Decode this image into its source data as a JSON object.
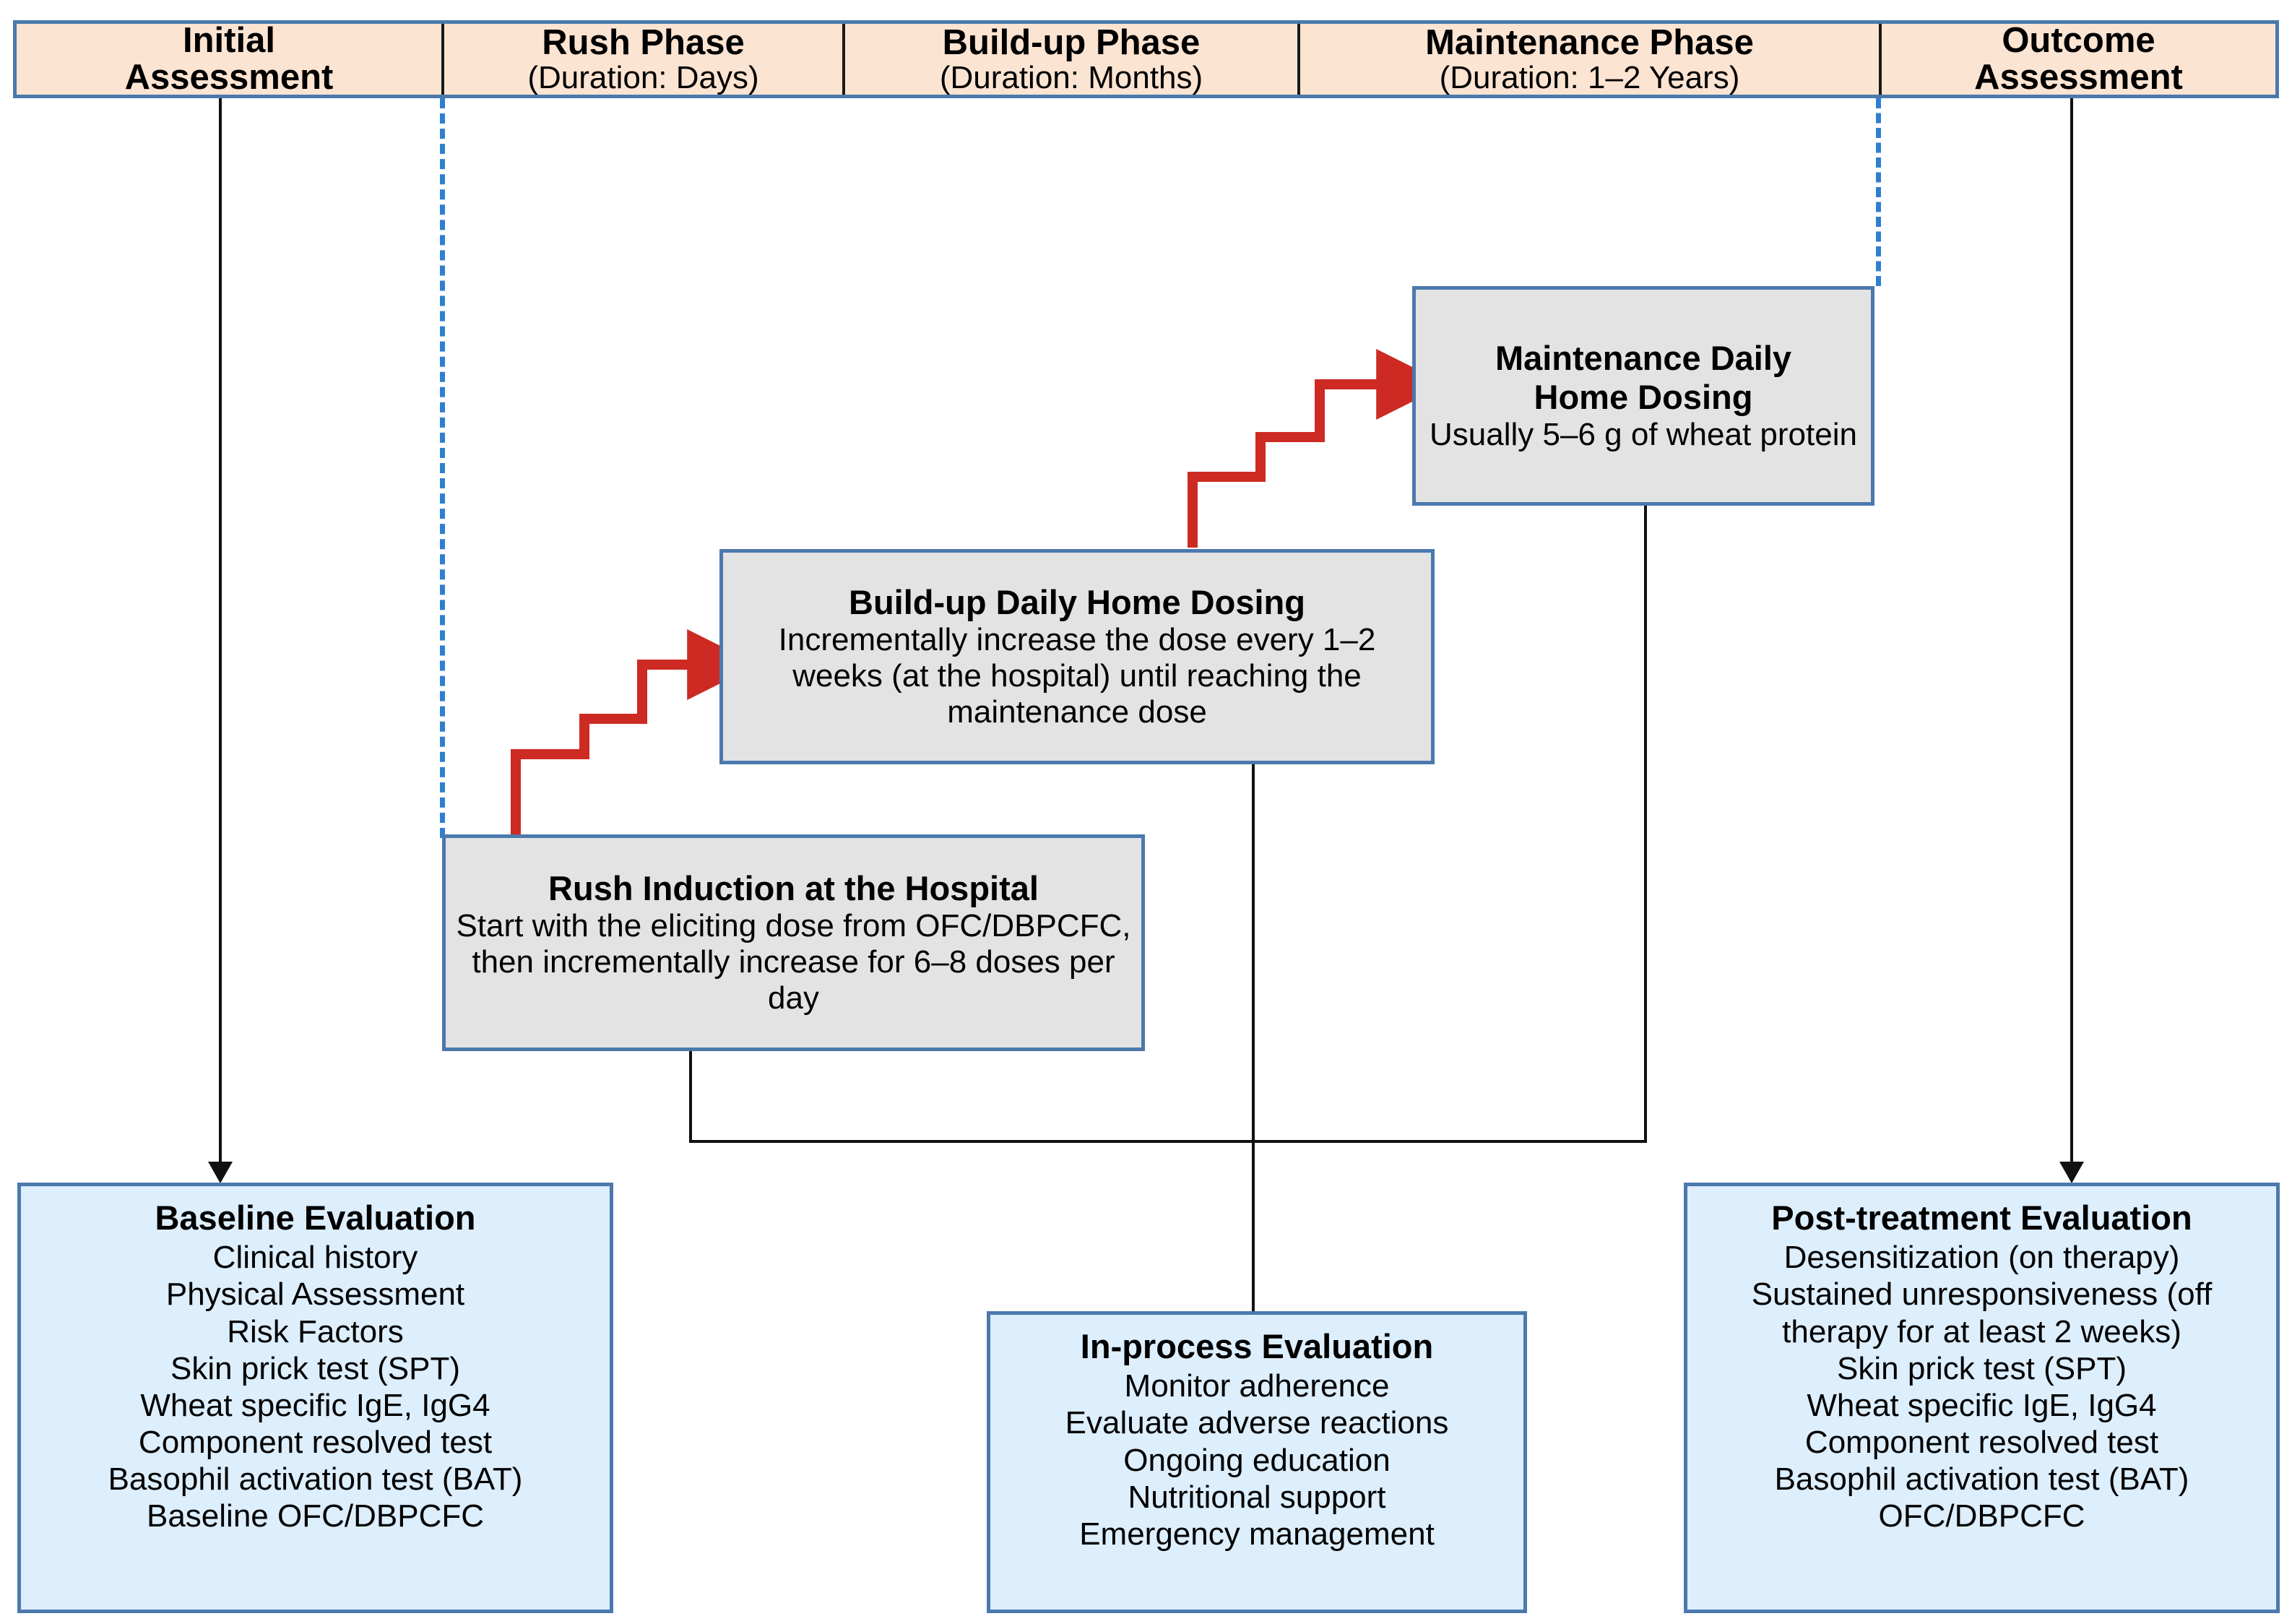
{
  "colors": {
    "header_fill": "#FCE4D2",
    "box_border": "#4B79AD",
    "process_fill": "#E3E3E3",
    "evaluation_fill": "#DDEEFC",
    "connector": "#111111",
    "dashed_divider": "#2E7FD0",
    "stair_arrow": "#CC2A23"
  },
  "header": {
    "phases": [
      {
        "title": "Initial",
        "title2": "Assessment",
        "sub": ""
      },
      {
        "title": "Rush Phase",
        "title2": "",
        "sub": "(Duration: Days)"
      },
      {
        "title": "Build-up Phase",
        "title2": "",
        "sub": "(Duration: Months)"
      },
      {
        "title": "Maintenance Phase",
        "title2": "",
        "sub": "(Duration: 1–2 Years)"
      },
      {
        "title": "Outcome",
        "title2": "Assessment",
        "sub": ""
      }
    ]
  },
  "process_boxes": {
    "maintenance": {
      "title_line1": "Maintenance Daily",
      "title_line2": "Home Dosing",
      "body": "Usually 5–6 g of wheat protein"
    },
    "buildup": {
      "title": "Build-up Daily Home Dosing",
      "body": "Incrementally increase the dose every 1–2 weeks (at the hospital) until reaching the maintenance dose"
    },
    "rush": {
      "title": "Rush Induction at the Hospital",
      "body": "Start with the eliciting dose from OFC/DBPCFC, then incrementally increase for 6–8 doses per day"
    }
  },
  "evaluation_boxes": {
    "baseline": {
      "title": "Baseline Evaluation",
      "items": [
        "Clinical history",
        "Physical Assessment",
        "Risk Factors",
        "Skin prick test (SPT)",
        "Wheat specific IgE, IgG4",
        "Component resolved test",
        "Basophil activation test (BAT)",
        "Baseline OFC/DBPCFC"
      ]
    },
    "inprocess": {
      "title": "In-process Evaluation",
      "items": [
        "Monitor adherence",
        "Evaluate adverse reactions",
        "Ongoing education",
        "Nutritional support",
        "Emergency management"
      ]
    },
    "posttreatment": {
      "title": "Post-treatment Evaluation",
      "items": [
        "Desensitization (on therapy)",
        "Sustained unresponsiveness (off therapy for at least 2 weeks)",
        "Skin prick test (SPT)",
        "Wheat specific IgE, IgG4",
        "Component resolved test",
        "Basophil activation test (BAT)",
        "OFC/DBPCFC"
      ]
    }
  }
}
